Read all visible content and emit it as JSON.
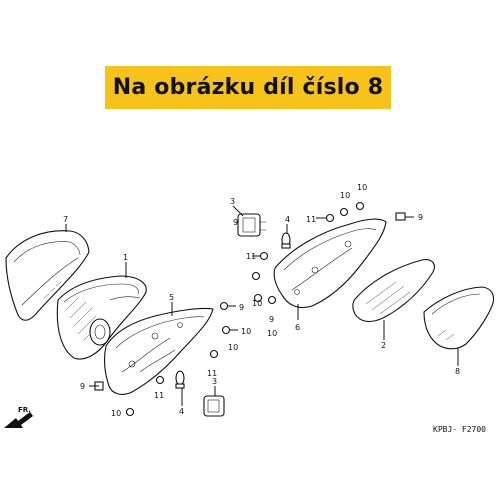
{
  "banner": {
    "text": "Na obrázku díl číslo 8",
    "color": "#f6c21b"
  },
  "diagram_code": "KPBJ- F2700",
  "direction_label": "FR.",
  "callouts": {
    "c1": "1",
    "c2": "2",
    "c3a": "3",
    "c3b": "3",
    "c4a": "4",
    "c4b": "4",
    "c5": "5",
    "c6": "6",
    "c7": "7",
    "c8": "8",
    "c9a": "9",
    "c9b": "9",
    "c9c": "9",
    "c9d": "9",
    "c9e": "9",
    "c10a": "10",
    "c10b": "10",
    "c10c": "10",
    "c10d": "10",
    "c10e": "10",
    "c10f": "10",
    "c11a": "11",
    "c11b": "11",
    "c11c": "11",
    "c11d": "11"
  }
}
